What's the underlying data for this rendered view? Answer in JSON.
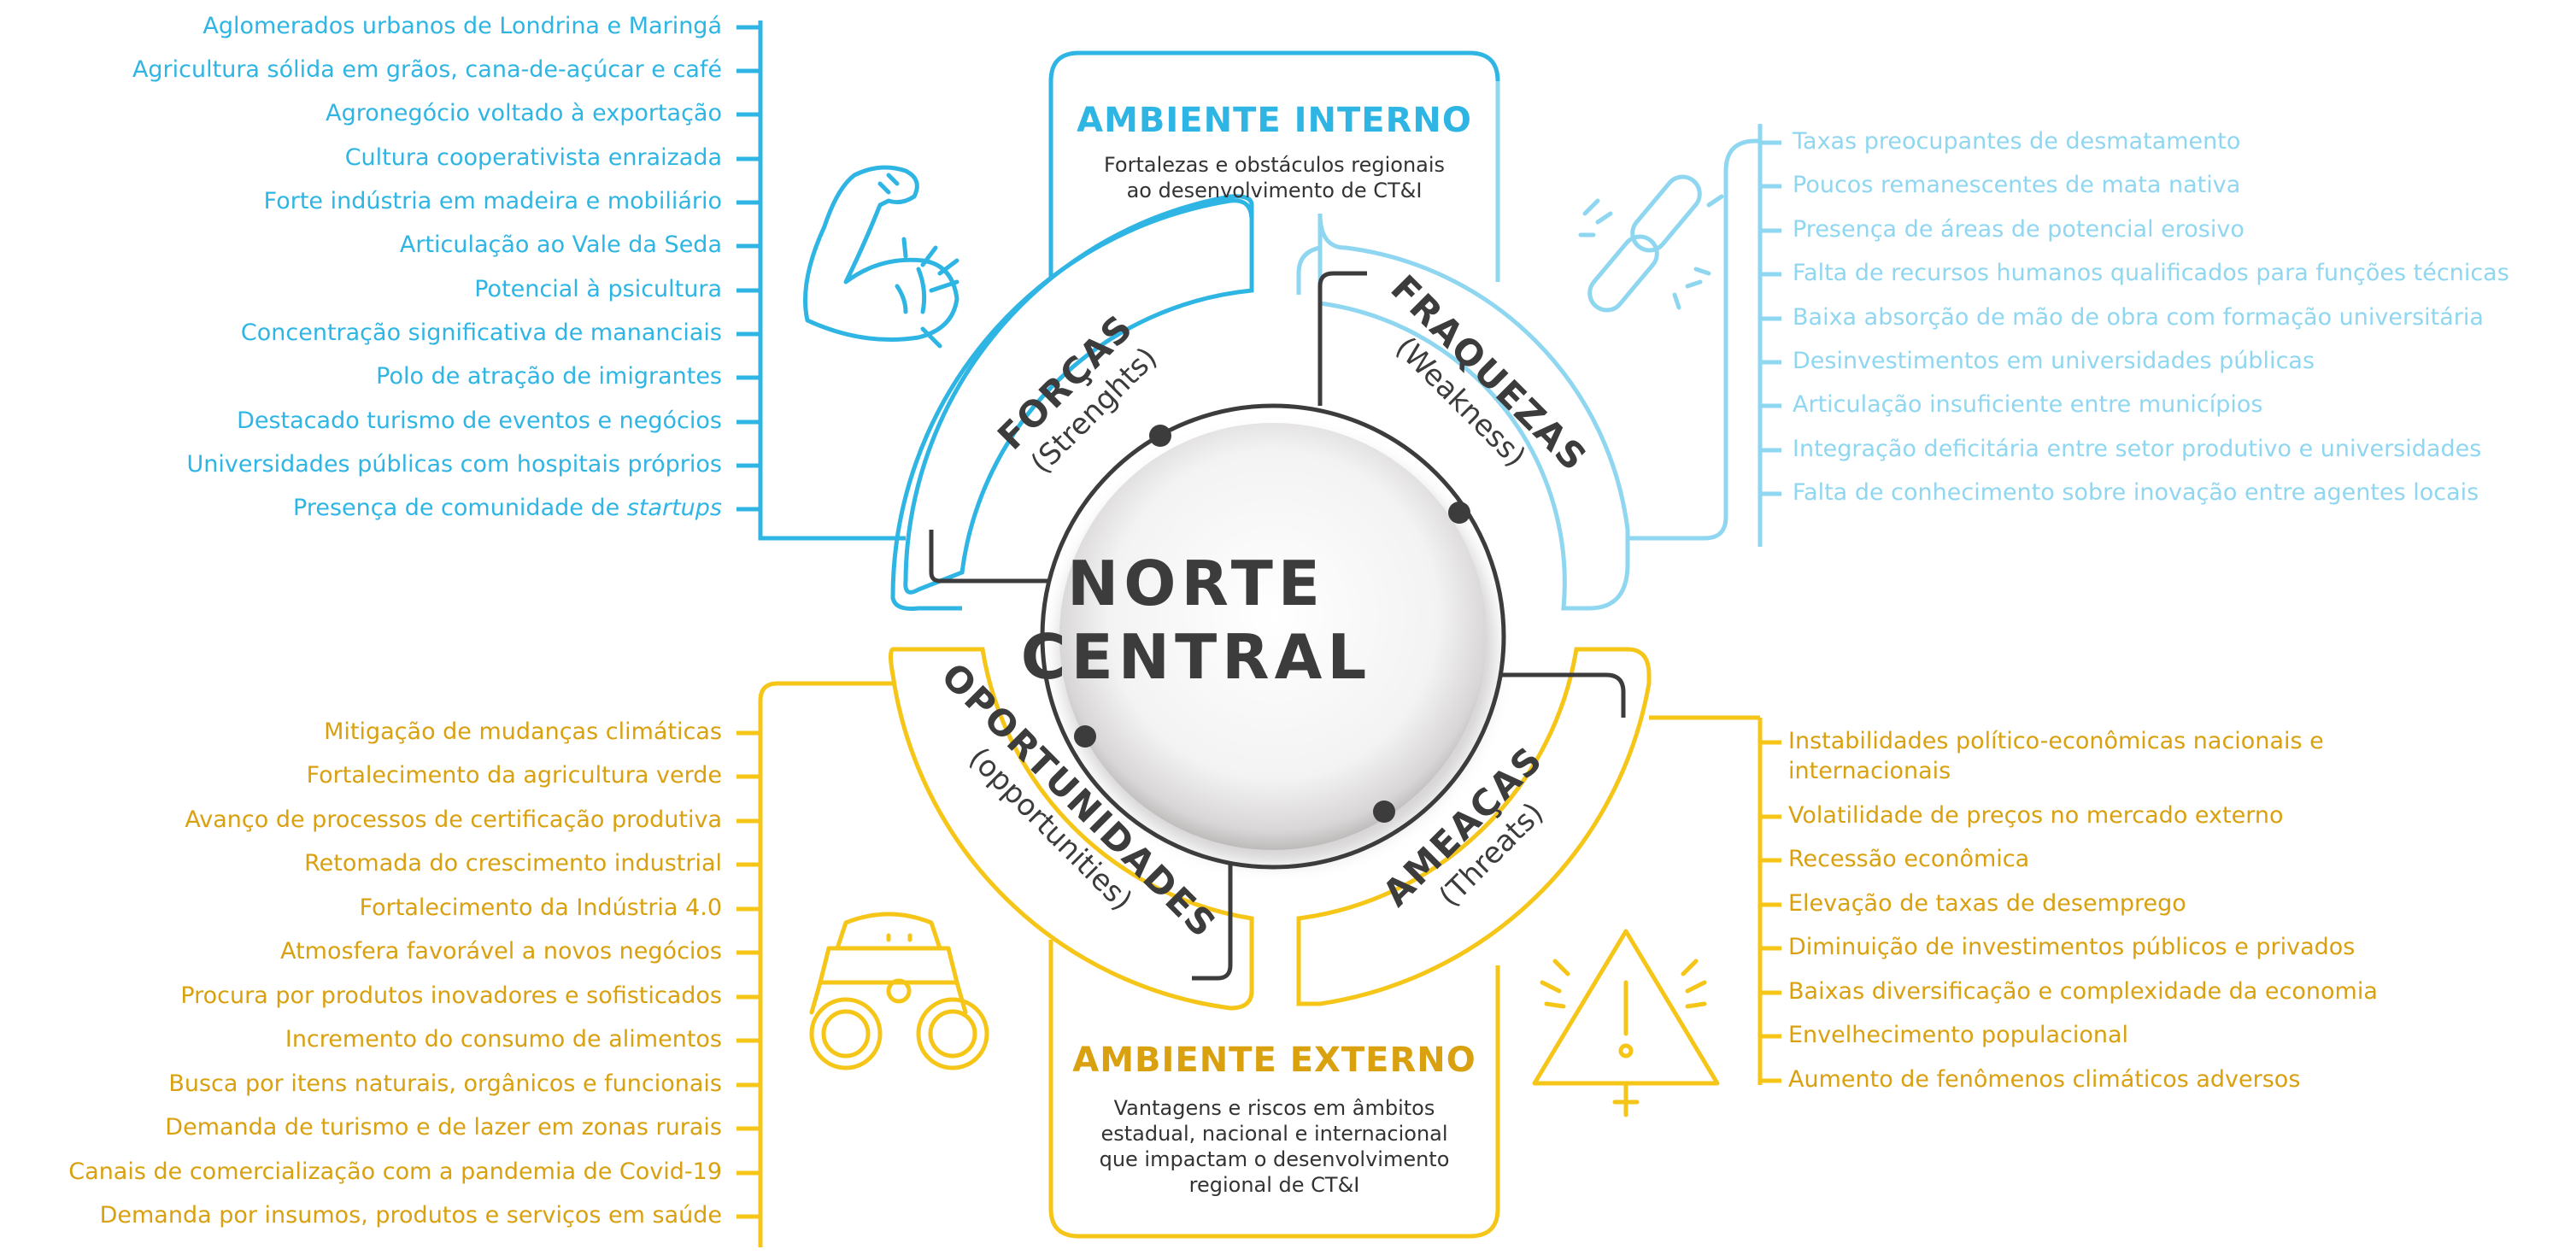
{
  "center": {
    "line1": "NORTE",
    "line2": "CENTRAL"
  },
  "colors": {
    "forcas": "#2fb5e4",
    "fraquezas": "#8fd6f0",
    "opportunities": "#f5c518",
    "threats": "#f5c518",
    "text_gold": "#d9a010",
    "dark": "#3c3c3c"
  },
  "ambiente_interno": {
    "title": "AMBIENTE INTERNO",
    "desc_line1": "Fortalezas e obstáculos regionais",
    "desc_line2": "ao desenvolvimento de CT&I"
  },
  "ambiente_externo": {
    "title": "AMBIENTE EXTERNO",
    "desc_line1": "Vantagens e riscos em âmbitos",
    "desc_line2": "estadual, nacional e internacional",
    "desc_line3": "que impactam o desenvolvimento",
    "desc_line4": "regional de CT&I"
  },
  "quadrants": {
    "forcas": {
      "title": "FORÇAS",
      "subtitle": "(Strenghts)",
      "icon": "flexed-arm-icon"
    },
    "fraquezas": {
      "title": "FRAQUEZAS",
      "subtitle": "(Weakness)",
      "icon": "broken-chain-icon"
    },
    "oportunidades": {
      "title": "OPORTUNIDADES",
      "subtitle": "(opportunities)",
      "icon": "binoculars-icon"
    },
    "ameacas": {
      "title": "AMEAÇAS",
      "subtitle": "(Threats)",
      "icon": "warning-icon"
    }
  },
  "forcas_items": [
    "Aglomerados urbanos de Londrina e Maringá",
    "Agricultura sólida em grãos, cana-de-açúcar e café",
    "Agronegócio voltado à exportação",
    "Cultura cooperativista enraizada",
    "Forte indústria em madeira e mobiliário",
    "Articulação ao Vale da Seda",
    "Potencial à psicultura",
    "Concentração significativa de mananciais",
    "Polo de atração de imigrantes",
    "Destacado turismo de eventos e negócios",
    "Universidades públicas com hospitais próprios",
    "Presença de comunidade de startups"
  ],
  "fraquezas_items": [
    "Taxas preocupantes de desmatamento",
    "Poucos remanescentes de mata nativa",
    "Presença de áreas de potencial erosivo",
    "Falta de recursos humanos qualificados para funções técnicas",
    "Baixa absorção de mão de obra com formação universitária",
    "Desinvestimentos em universidades públicas",
    "Articulação insuficiente entre municípios",
    "Integração deficitária entre setor produtivo e universidades",
    "Falta de conhecimento sobre inovação entre agentes locais"
  ],
  "oportunidades_items": [
    "Mitigação de mudanças climáticas",
    "Fortalecimento da agricultura verde",
    "Avanço de processos de certificação produtiva",
    "Retomada do crescimento industrial",
    "Fortalecimento da Indústria 4.0",
    "Atmosfera favorável a novos negócios",
    "Procura por produtos inovadores e sofisticados",
    "Incremento do consumo de alimentos",
    "Busca por itens naturais, orgânicos e funcionais",
    "Demanda de turismo e de lazer em zonas rurais",
    "Canais de comercialização com a pandemia de Covid-19",
    "Demanda por insumos, produtos e serviços em saúde"
  ],
  "ameacas_items": [
    "Instabilidades político-econômicas nacionais e",
    "internacionais",
    "Volatilidade de preços no mercado externo",
    "Recessão econômica",
    "Elevação de taxas de desemprego",
    "Diminuição de investimentos públicos e privados",
    "Baixas diversificação e complexidade da economia",
    "Envelhecimento populacional",
    "Aumento de fenômenos climáticos adversos"
  ]
}
